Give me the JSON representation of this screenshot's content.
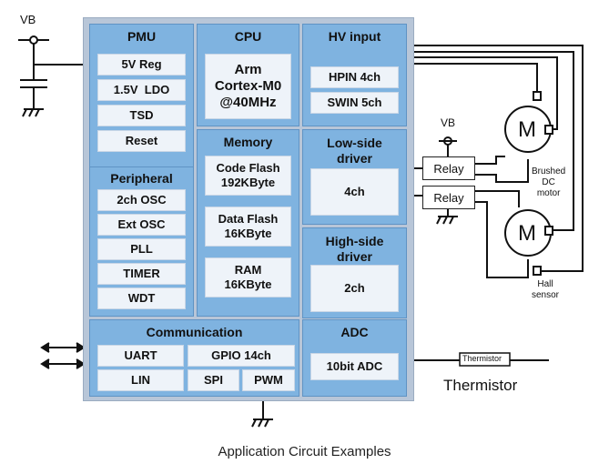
{
  "pmu": {
    "title": "PMU",
    "items": [
      "5V Reg",
      "1.5V  LDO",
      "TSD",
      "Reset"
    ]
  },
  "cpu": {
    "title": "CPU",
    "core": "Arm\nCortex-M0\n@40MHz"
  },
  "hv_input": {
    "title": "HV input",
    "items": [
      "HPIN 4ch",
      "SWIN 5ch"
    ]
  },
  "memory": {
    "title": "Memory",
    "items": [
      "Code Flash\n192KByte",
      "Data Flash\n16KByte",
      "RAM\n16KByte"
    ]
  },
  "low_side": {
    "title": "Low-side\ndriver",
    "value": "4ch"
  },
  "high_side": {
    "title": "High-side\ndriver",
    "value": "2ch"
  },
  "peripheral": {
    "title": "Peripheral",
    "items": [
      "2ch OSC",
      "Ext OSC",
      "PLL",
      "TIMER",
      "WDT"
    ]
  },
  "communication": {
    "title": "Communication",
    "items": [
      "UART",
      "GPIO 14ch",
      "LIN",
      "SPI",
      "PWM"
    ]
  },
  "adc": {
    "title": "ADC",
    "value": "10bit ADC"
  },
  "external": {
    "vb_left": "VB",
    "vb_right": "VB",
    "relay_1": "Relay",
    "relay_2": "Relay",
    "motor_symbol_1": "M",
    "motor_symbol_2": "M",
    "motor_label": "Brushed\nDC\nmotor",
    "hall_label": "Hall\nsensor",
    "thermistor_box": "Thermistor",
    "thermistor_label": "Thermistor"
  },
  "caption": "Application Circuit Examples"
}
